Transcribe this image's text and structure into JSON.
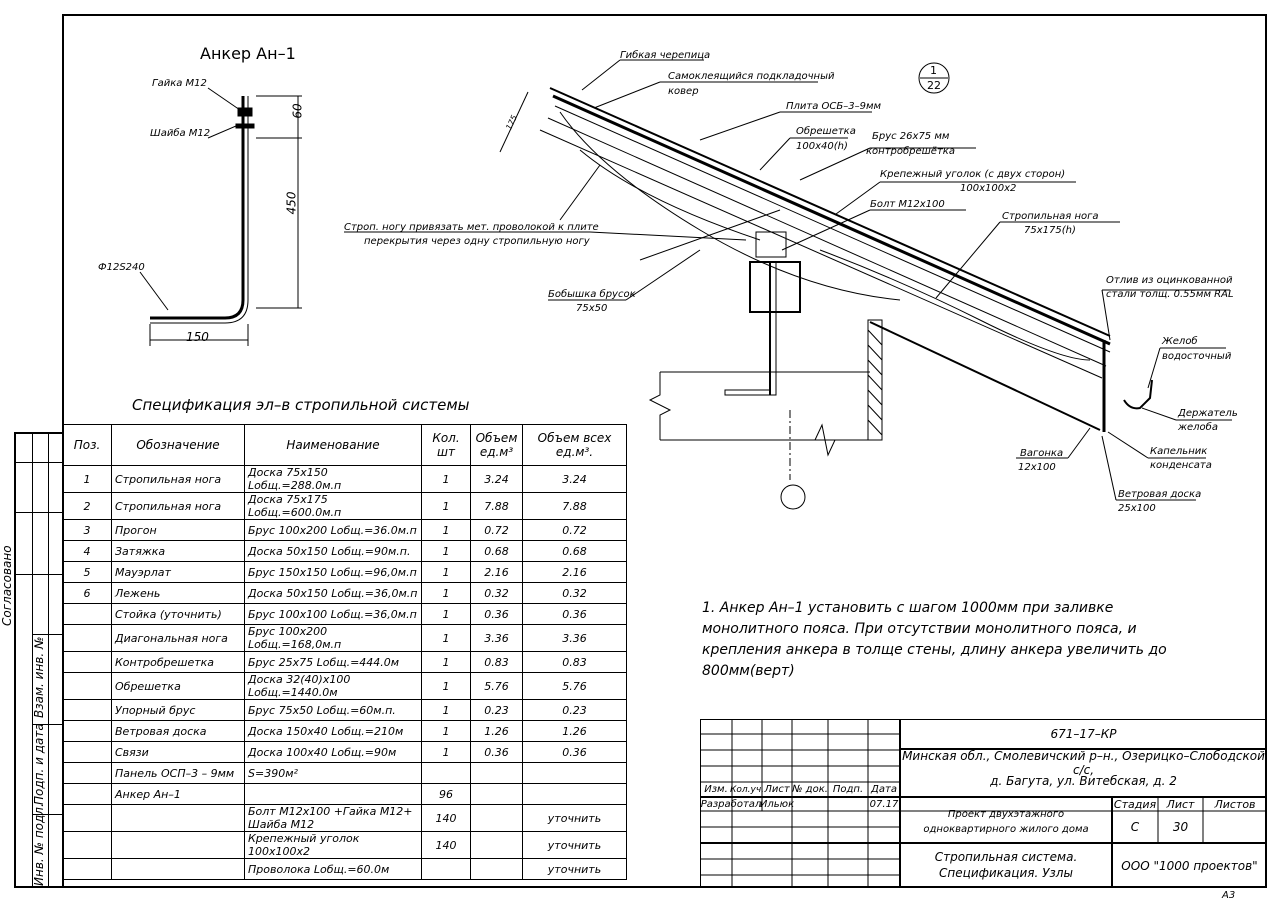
{
  "anchor": {
    "title": "Анкер Ан–1",
    "nut": "Гайка М12",
    "washer": "Шайба М12",
    "dim_60": "60",
    "dim_450": "450",
    "dim_150": "150",
    "rod": "Ф12S240"
  },
  "circle_ref": {
    "top": "1",
    "bottom": "22"
  },
  "section_labels": {
    "gibkaya": "Гибкая черепица",
    "samokley_1": "Самоклеящийся подкладочный",
    "samokley_2": "ковер",
    "plita": "Плита ОСБ–3–9мм",
    "obreshetka_1": "Обрешетка",
    "obreshetka_2": "100х40(h)",
    "brus_1": "Брус 26х75 мм",
    "brus_2": "контробрешётка",
    "ugolok_1": "Крепежный уголок (с двух сторон)",
    "ugolok_2": "100х100х2",
    "bolt": "Болт М12х100",
    "stropnoga_1": "Стропильная нога",
    "stropnoga_2": "75х175(h)",
    "strop_note_1": "Строп. ногу привязать мет. проволокой к плите",
    "strop_note_2": "перекрытия через одну стропильную ногу",
    "bobyshka_1": "Бобышка брусок",
    "bobyshka_2": "75х50",
    "otliv_1": "Отлив из оцинкованной",
    "otliv_2": "стали толщ. 0.55мм RAL",
    "zhelob_1": "Желоб",
    "zhelob_2": "водосточный",
    "derzh_1": "Держатель",
    "derzh_2": "желоба",
    "kapel_1": "Капельник",
    "kapel_2": "конденсата",
    "vagonka_1": "Вагонка",
    "vagonka_2": "12х100",
    "vetr_1": "Ветровая доска",
    "vetr_2": "25х100",
    "dim_175": "175"
  },
  "spec": {
    "title": "Спецификация эл–в стропильной системы",
    "headers": [
      "Поз.",
      "Обозначение",
      "Наименование",
      "Кол. шт",
      "Объем ед.м³",
      "Объем всех ед.м³."
    ],
    "rows": [
      {
        "pos": "1",
        "oboz": "Стропильная нога",
        "name": "Доска 75х150   Lобщ.=288.0м.п",
        "qty": "1",
        "v1": "3.24",
        "v2": "3.24"
      },
      {
        "pos": "2",
        "oboz": "Стропильная нога",
        "name": "Доска 75х175   Lобщ.=600.0м.п",
        "qty": "1",
        "v1": "7.88",
        "v2": "7.88"
      },
      {
        "pos": "3",
        "oboz": "Прогон",
        "name": "Брус 100х200   Lобщ.=36.0м.п",
        "qty": "1",
        "v1": "0.72",
        "v2": "0.72"
      },
      {
        "pos": "4",
        "oboz": "Затяжка",
        "name": "Доска 50х150   Lобщ.=90м.п.",
        "qty": "1",
        "v1": "0.68",
        "v2": "0.68"
      },
      {
        "pos": "5",
        "oboz": "Мауэрлат",
        "name": "Брус 150х150  Lобщ.=96,0м.п",
        "qty": "1",
        "v1": "2.16",
        "v2": "2.16"
      },
      {
        "pos": "6",
        "oboz": "Лежень",
        "name": "Доска 50х150   Lобщ.=36,0м.п",
        "qty": "1",
        "v1": "0.32",
        "v2": "0.32"
      },
      {
        "pos": "",
        "oboz": "Стойка (уточнить)",
        "name": "Брус 100х100   Lобщ.=36,0м.п",
        "qty": "1",
        "v1": "0.36",
        "v2": "0.36"
      },
      {
        "pos": "",
        "oboz": "Диагональная нога",
        "name": "Брус 100х200   Lобщ.=168,0м.п",
        "qty": "1",
        "v1": "3.36",
        "v2": "3.36"
      },
      {
        "pos": "",
        "oboz": "Контробрешетка",
        "name": "Брус 25х75 Lобщ.=444.0м",
        "qty": "1",
        "v1": "0.83",
        "v2": "0.83"
      },
      {
        "pos": "",
        "oboz": "Обрешетка",
        "name": "Доска 32(40)х100 Lобщ.=1440.0м",
        "qty": "1",
        "v1": "5.76",
        "v2": "5.76"
      },
      {
        "pos": "",
        "oboz": "Упорный брус",
        "name": "Брус 75х50   Lобщ.=60м.п.",
        "qty": "1",
        "v1": "0.23",
        "v2": "0.23"
      },
      {
        "pos": "",
        "oboz": "Ветровая доска",
        "name": "Доска 150х40   Lобщ.=210м",
        "qty": "1",
        "v1": "1.26",
        "v2": "1.26"
      },
      {
        "pos": "",
        "oboz": "Связи",
        "name": "Доска 100х40   Lобщ.=90м",
        "qty": "1",
        "v1": "0.36",
        "v2": "0.36"
      },
      {
        "pos": "",
        "oboz": "Панель ОСП–3 – 9мм",
        "name": "S=390м²",
        "qty": "",
        "v1": "",
        "v2": ""
      },
      {
        "pos": "",
        "oboz": "Анкер Ан–1",
        "name": "",
        "qty": "96",
        "v1": "",
        "v2": ""
      },
      {
        "pos": "",
        "oboz": "",
        "name": "Болт М12х100 +Гайка М12+ Шайба М12",
        "qty": "140",
        "v1": "",
        "v2": "уточнить"
      },
      {
        "pos": "",
        "oboz": "",
        "name": "Крепежный уголок  100х100х2",
        "qty": "140",
        "v1": "",
        "v2": "уточнить"
      },
      {
        "pos": "",
        "oboz": "",
        "name": "Проволока Lобщ.=60.0м",
        "qty": "",
        "v1": "",
        "v2": "уточнить"
      }
    ]
  },
  "note": "1. Анкер Ан–1 установить с шагом 1000мм при заливке монолитного пояса. При отсутствии монолитного пояса, и крепления анкера в толще стены, длину анкера увеличить до 800мм(верт)",
  "side": {
    "soglasovano": "Согласовано",
    "vzam": "Взам. инв. №",
    "podp": "Подп. и дата",
    "inv": "Инв. № подл."
  },
  "titleblock": {
    "code": "671–17–КР",
    "address_1": "Минская обл., Смолевичский р–н., Озерицко–Слободской с/с,",
    "address_2": "д. Багута, ул. Витебская, д. 2",
    "cols": [
      "Изм.",
      "Кол.уч.",
      "Лист",
      "№ док.",
      "Подп.",
      "Дата"
    ],
    "razrab": "Разработал",
    "author": "Ильюк",
    "date": "07.17",
    "project_1": "Проект двухэтажного",
    "project_2": "одноквартирного жилого дома",
    "stadiya_h": "Стадия",
    "list_h": "Лист",
    "listov_h": "Листов",
    "stadiya": "С",
    "list": "30",
    "listov": "",
    "sheet_1": "Стропильная система.",
    "sheet_2": "Спецификация. Узлы",
    "company": "ООО \"1000 проектов\"",
    "format": "А3"
  }
}
